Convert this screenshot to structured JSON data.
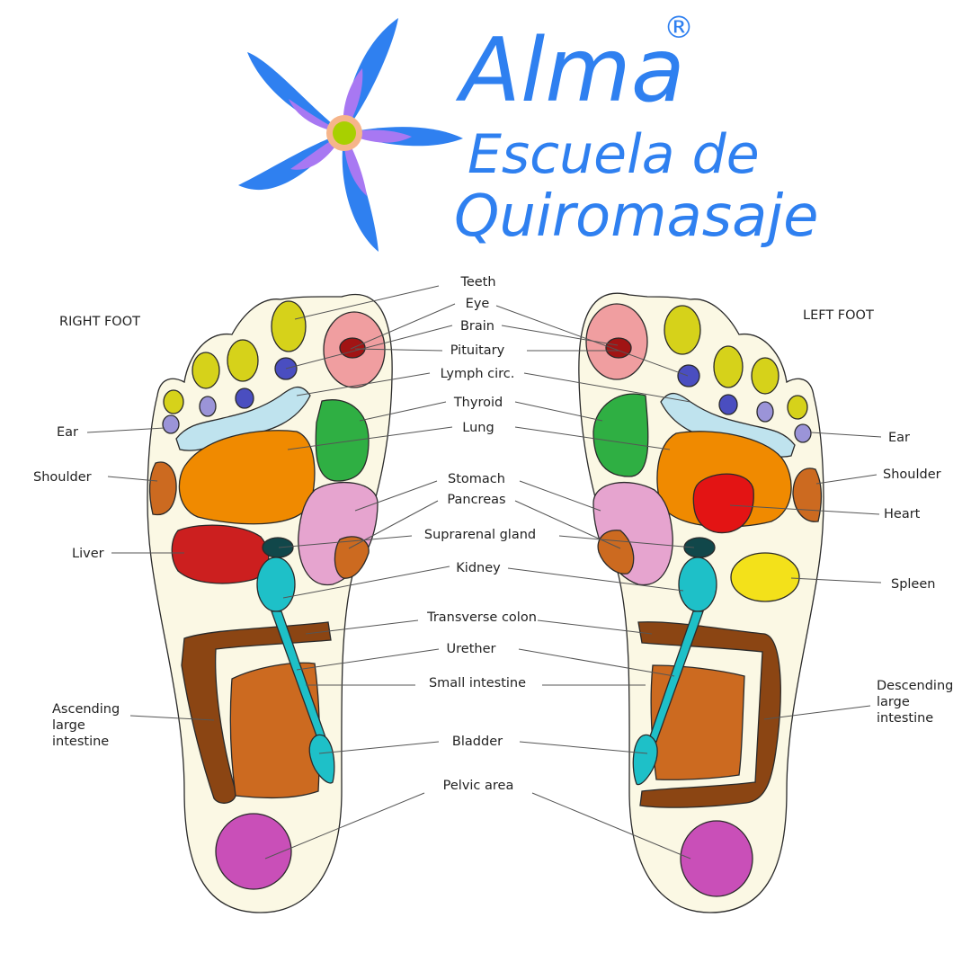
{
  "brand": {
    "name": "Alma",
    "registered_mark": "®",
    "line1": "Escuela de",
    "line2": "Quiromasaje",
    "color": "#2f80f0"
  },
  "headings": {
    "right_foot": "RIGHT FOOT",
    "left_foot": "LEFT FOOT"
  },
  "center_labels": {
    "teeth": "Teeth",
    "eye": "Eye",
    "brain": "Brain",
    "pituitary": "Pituitary",
    "lymph": "Lymph circ.",
    "thyroid": "Thyroid",
    "lung": "Lung",
    "stomach": "Stomach",
    "pancreas": "Pancreas",
    "suprarenal": "Suprarenal gland",
    "kidney": "Kidney",
    "transverse_colon": "Transverse colon",
    "urether": "Urether",
    "small_intestine": "Small intestine",
    "bladder": "Bladder",
    "pelvic": "Pelvic area"
  },
  "right_foot_labels": {
    "ear": "Ear",
    "shoulder": "Shoulder",
    "liver": "Liver",
    "ascending": [
      "Ascending",
      "large",
      "intestine"
    ]
  },
  "left_foot_labels": {
    "ear": "Ear",
    "shoulder": "Shoulder",
    "heart": "Heart",
    "spleen": "Spleen",
    "descending": [
      "Descending",
      "large",
      "intestine"
    ]
  }
}
